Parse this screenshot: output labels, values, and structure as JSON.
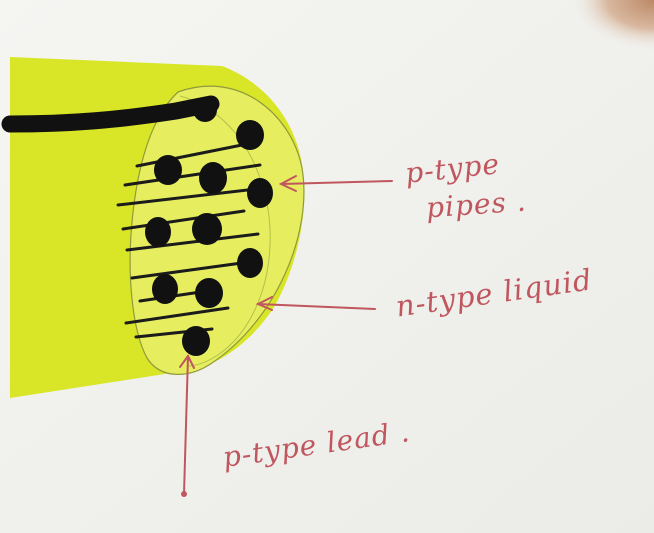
{
  "labels": {
    "p_type_pipes_line1": "p-type",
    "p_type_pipes_line2": "pipes .",
    "n_type_liquid": "n-type liquid",
    "p_type_lead": "p-type lead ."
  },
  "colors": {
    "paper": "#f3f3f0",
    "yellow_fill": "#dbe92a",
    "yellow_light": "#e6ee58",
    "ink_black": "#121212",
    "ink_red": "#c0565e",
    "shadow": "#bfa183"
  }
}
